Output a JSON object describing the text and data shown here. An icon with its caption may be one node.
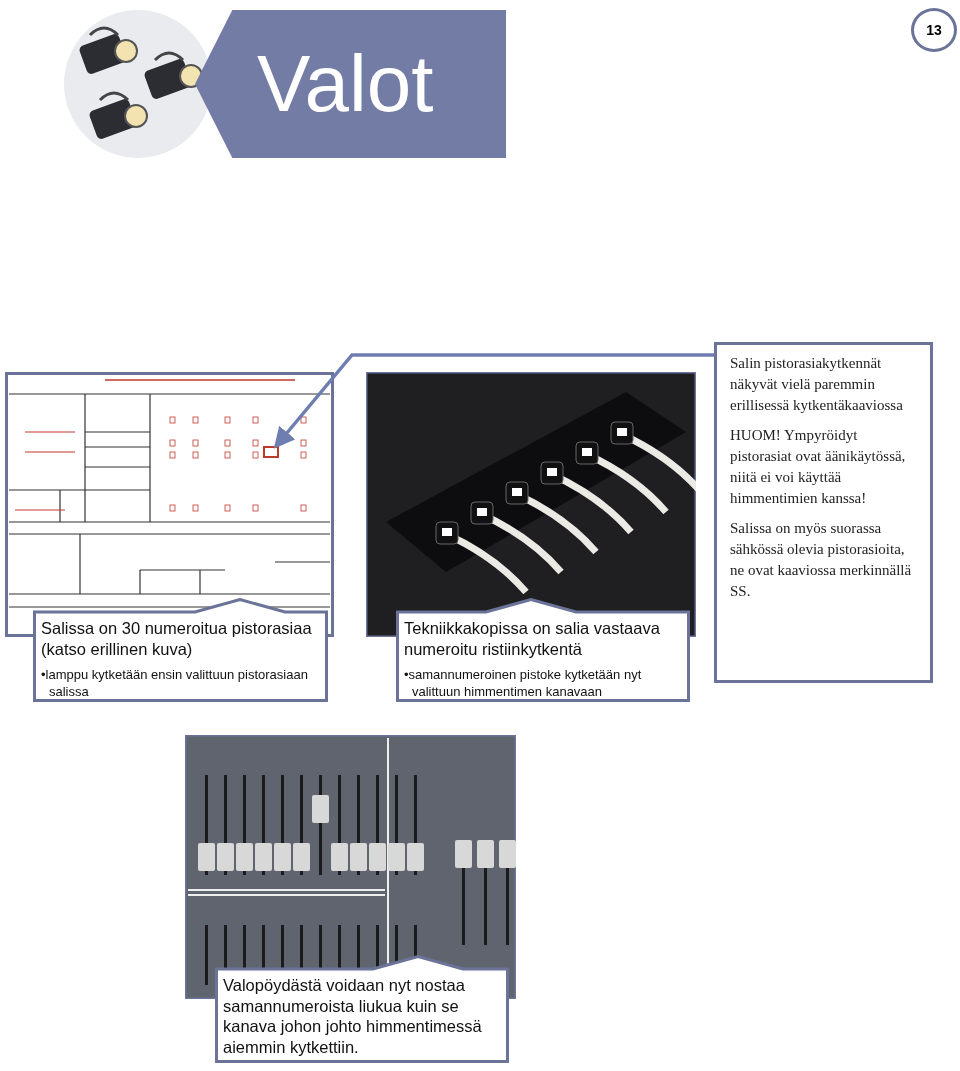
{
  "diagram": {
    "title": "Valot",
    "nodes": [
      {
        "text": [],
        "shape": "picture"
      },
      {
        "text": [],
        "shape": "box",
        "in": 0
      },
      {
        "text": [
          "Salissa on 30 numeroitua pistorasiaa (katso erillinen kuva)",
          "•lamppu kytketään ensin valittuun pistorasiaan salissa"
        ]
      },
      {
        "text": [],
        "shape": "picture"
      },
      {
        "text": [
          "Tekniikkakopissa on salia vastaava numeroitu ristiinkytkentä",
          "•samannumeroinen pistoke kytketään nyt valittuun himmentimen kanavaan"
        ]
      },
      {
        "text": [
          "Salin pistorasiakytkennät näkyvät vielä paremmin erillisessä kytkentäkaaviossa",
          "HUOM! Ympyröidyt pistorasiat ovat äänikäytössä, niitä ei voi käyttää himmentimien kanssa!",
          "Salissa on myös suorassa sähkössä olevia pistorasioita, ne ovat kaaviossa merkinnällä SS."
        ]
      },
      {
        "text": [],
        "shape": "picture"
      },
      {
        "text": [
          "Valopöydästä voidaan nyt nostaa samannumeroista liukua kuin se kanava johon johto himmentimessä aiemmin kytkettiin."
        ]
      }
    ],
    "edges": [
      {
        "from": 5,
        "to": 1,
        "arrow": "to"
      }
    ],
    "labels": [
      "13"
    ]
  }
}
